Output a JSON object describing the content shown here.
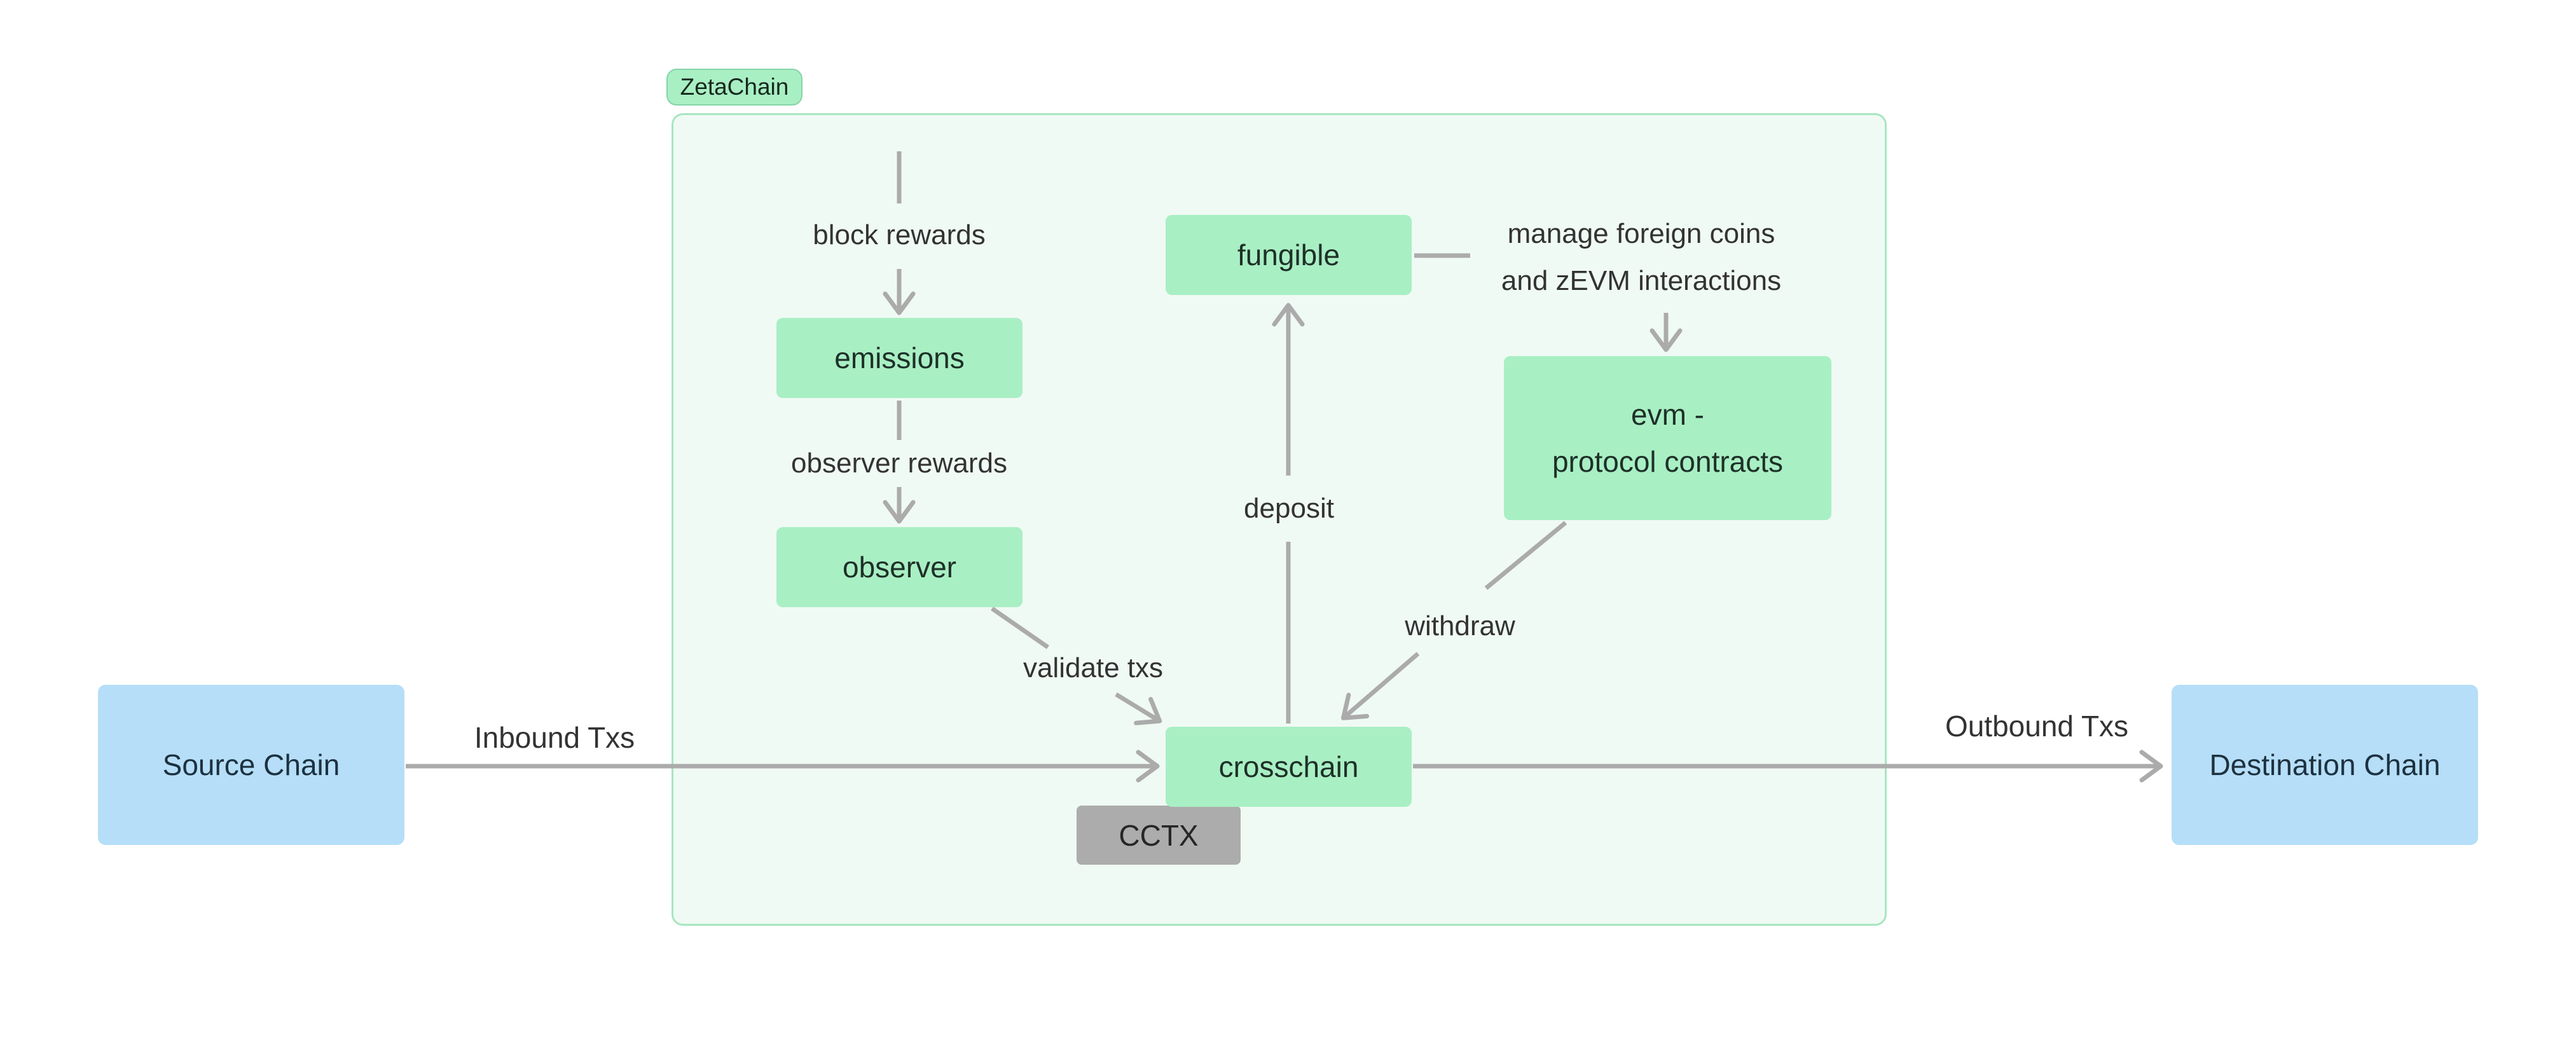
{
  "diagram": {
    "type": "flowchart",
    "subgraph": {
      "label": "ZetaChain"
    },
    "nodes": {
      "source": {
        "label": "Source Chain"
      },
      "destination": {
        "label": "Destination Chain"
      },
      "emissions": {
        "label": "emissions"
      },
      "observer": {
        "label": "observer"
      },
      "fungible": {
        "label": "fungible"
      },
      "evm": {
        "lines": [
          "evm -",
          "protocol contracts"
        ]
      },
      "crosschain": {
        "label": "crosschain"
      },
      "cctx": {
        "label": "CCTX"
      }
    },
    "edge_labels": {
      "block_rewards": "block rewards",
      "observer_rewards": "observer rewards",
      "validate_txs": "validate txs",
      "deposit": "deposit",
      "withdraw": "withdraw",
      "manage": {
        "lines": [
          "manage foreign coins",
          "and zEVM interactions"
        ]
      },
      "inbound": "Inbound Txs",
      "outbound": "Outbound Txs"
    },
    "colors": {
      "node_green": "#A9EFC4",
      "container_fill": "#F0FAF4",
      "container_border": "#A7E6C0",
      "badge_border": "#86D3A8",
      "chain_blue": "#B6DEF8",
      "cctx_gray": "#ACACAC",
      "edge_gray": "#ABABAB",
      "label_text": "#333333"
    }
  }
}
